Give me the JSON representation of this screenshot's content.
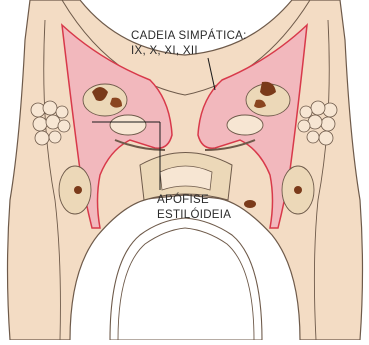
{
  "labels": {
    "cadeia_line1": "CADEIA SIMPÁTICA:",
    "cadeia_line2": "IX, X, XI, XII",
    "apofise_line1": "APÓFISE",
    "apofise_line2": "ESTILÓIDEIA"
  },
  "colors": {
    "background": "#ffffff",
    "tissue": "#f3dcc4",
    "tissue_light": "#f7e6d3",
    "outline": "#6e5a4a",
    "pink_region": "#f2b8bd",
    "pink_outline": "#d8394a",
    "bone": "#ecd8b8",
    "dark_node": "#7a3a1a",
    "pointer_line": "#1a1a1a"
  }
}
